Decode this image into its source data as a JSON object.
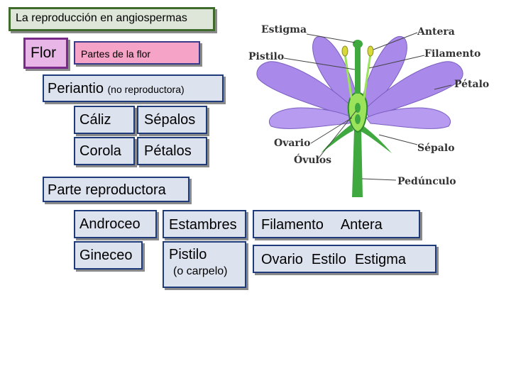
{
  "title": "La reproducción en angiospermas",
  "flor": "Flor",
  "partes": "Partes de la flor",
  "periantio": {
    "label": "Periantio",
    "note": "(no reproductora)"
  },
  "caliz": "Cáliz",
  "sepalos": "Sépalos",
  "corola": "Corola",
  "petalos": "Pétalos",
  "parte_reproductora": "Parte reproductora",
  "androceo": "Androceo",
  "estambres": "Estambres",
  "filamento": "Filamento",
  "antera": "Antera",
  "gineceo": "Gineceo",
  "pistilo": {
    "label": "Pistilo",
    "note": "(o carpelo)"
  },
  "ovario": "Ovario",
  "estilo": "Estilo",
  "estigma": "Estigma",
  "diagram_labels": {
    "estigma": "Estigma",
    "antera": "Antera",
    "pistilo": "Pistilo",
    "filamento": "Filamento",
    "petalo": "Pétalo",
    "ovario": "Ovario",
    "ovulos": "Óvulos",
    "sepalo": "Sépalo",
    "pedunculo": "Pedúnculo"
  },
  "colors": {
    "petal": "#a989ea",
    "stem": "#3fa83f",
    "green_light": "#9be35a",
    "anther": "#d8d83a",
    "title_border": "#3f6b2c",
    "flor_bg": "#e8b7e8",
    "partes_bg": "#f5a3c6",
    "box_border": "#1f3b7a"
  }
}
